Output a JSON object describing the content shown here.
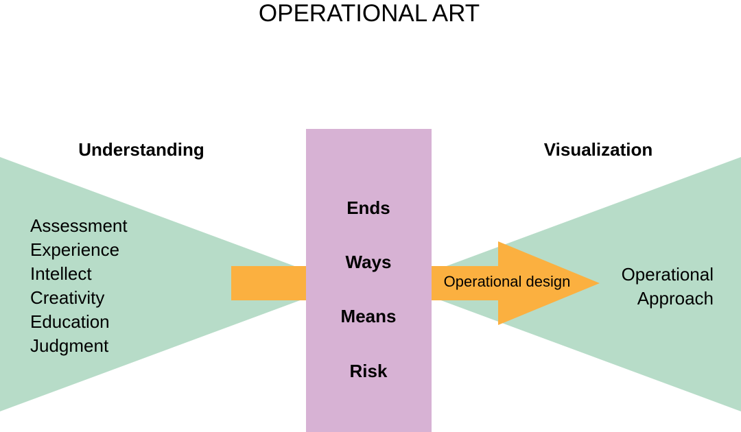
{
  "title": "OPERATIONAL ART",
  "understanding": {
    "heading": "Understanding",
    "factors": [
      "Assessment",
      "Experience",
      "Intellect",
      "Creativity",
      "Education",
      "Judgment"
    ]
  },
  "center": {
    "elements": [
      "Ends",
      "Ways",
      "Means",
      "Risk"
    ]
  },
  "arrow_label": "Operational design",
  "visualization": {
    "heading": "Visualization",
    "outcome": [
      "Operational",
      "Approach"
    ]
  },
  "colors": {
    "green_fill": "#b7dcc8",
    "purple_fill": "#d7b2d4",
    "orange_arrow": "#fbb040",
    "text": "#000000"
  }
}
